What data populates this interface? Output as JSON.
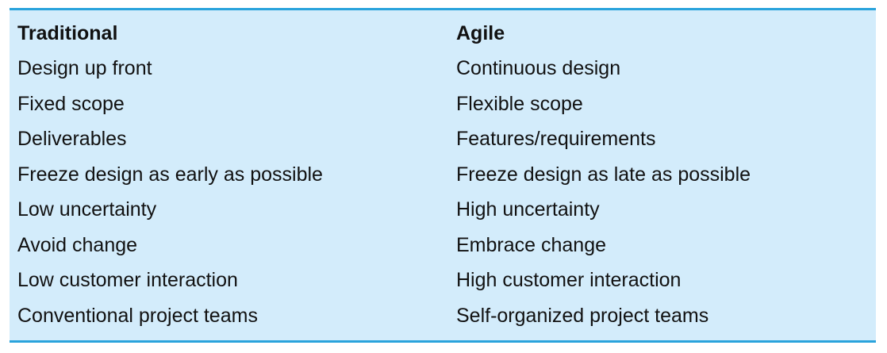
{
  "table": {
    "headers": [
      "Traditional",
      "Agile"
    ],
    "rows": [
      [
        "Design up front",
        "Continuous design"
      ],
      [
        "Fixed scope",
        "Flexible scope"
      ],
      [
        "Deliverables",
        "Features/requirements"
      ],
      [
        "Freeze design as early as possible",
        "Freeze design as late as possible"
      ],
      [
        "Low uncertainty",
        "High uncertainty"
      ],
      [
        "Avoid change",
        "Embrace change"
      ],
      [
        "Low customer interaction",
        "High customer interaction"
      ],
      [
        "Conventional project teams",
        "Self-organized project teams"
      ]
    ]
  },
  "colors": {
    "background": "#d3ecfb",
    "rule": "#2aa3dc",
    "text": "#111111"
  }
}
